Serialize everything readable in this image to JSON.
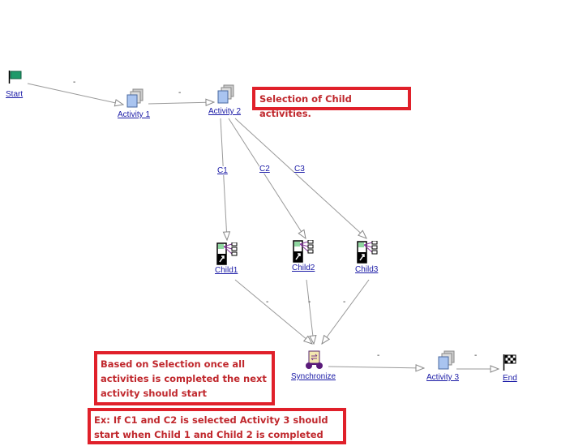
{
  "nodes": {
    "start": "Start",
    "activity1": "Activity 1",
    "activity2": "Activity 2",
    "child1": "Child1",
    "child2": "Child2",
    "child3": "Child3",
    "synchronize": "Synchronize",
    "activity3": "Activity 3",
    "end": "End"
  },
  "edges": {
    "start_a1": "-",
    "a1_a2": "-",
    "a2_c1": "C1",
    "a2_c2": "C2",
    "a2_c3": "C3",
    "c1_sync": "-",
    "c2_sync": "-",
    "c3_sync": "-",
    "sync_a3": "-",
    "a3_end": "-"
  },
  "notes": {
    "selection": "Selection of Child activities.",
    "based_on": "Based on Selection once all activities is completed the next activity should start",
    "example": "Ex: If C1 and C2 is selected Activity 3 should start when Child 1 and Child 2 is completed"
  }
}
